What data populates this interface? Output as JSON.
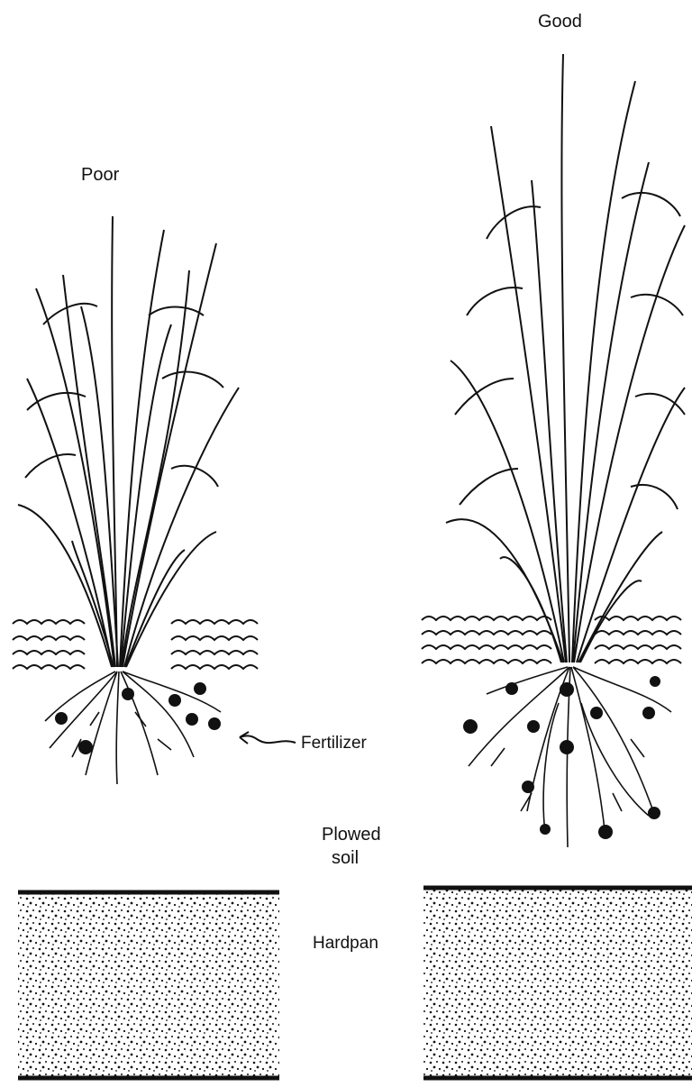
{
  "labels": {
    "good": "Good",
    "poor": "Poor",
    "fertilizer": "Fertilizer",
    "plowed_soil_line1": "Plowed",
    "plowed_soil_line2": "soil",
    "hardpan": "Hardpan"
  },
  "colors": {
    "ink": "#111111",
    "paper": "#ffffff"
  }
}
